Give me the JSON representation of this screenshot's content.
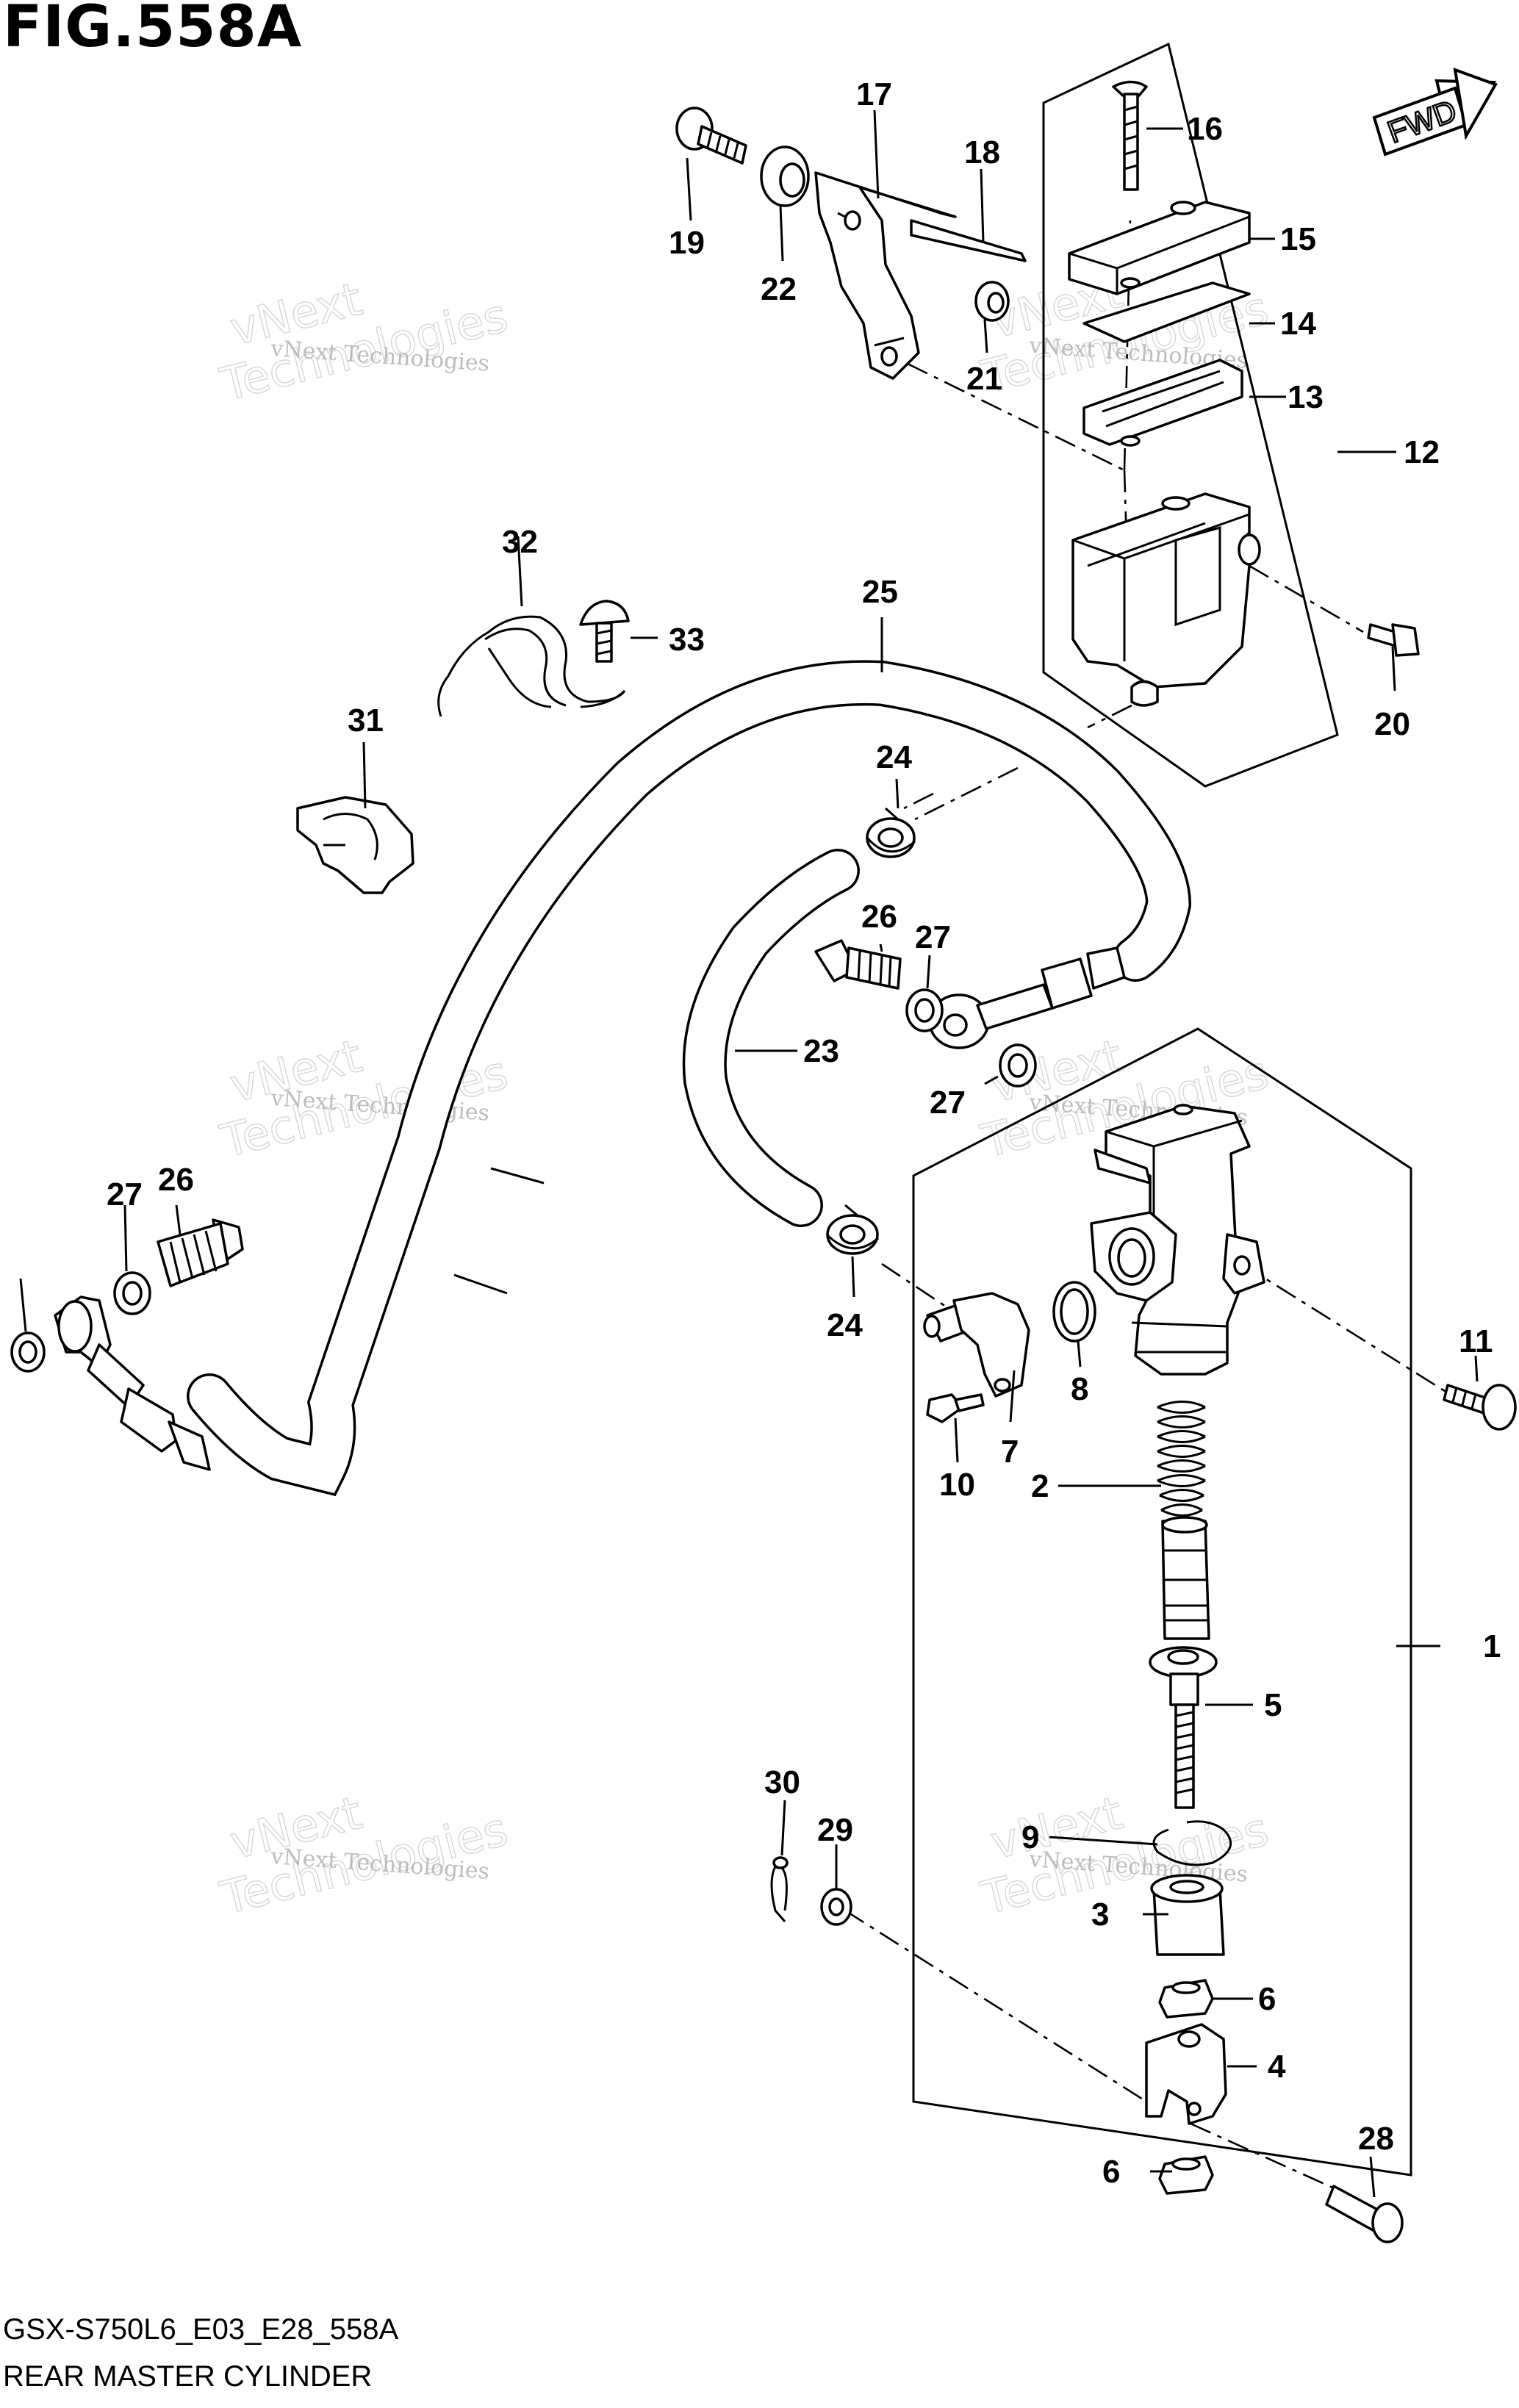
{
  "figure": {
    "title": "FIG.558A",
    "code": "GSX-S750L6_E03_E28_558A",
    "name": "REAR MASTER CYLINDER",
    "direction_badge": "FWD"
  },
  "watermark": {
    "line1": "vNext Technologies",
    "line2": "vNext",
    "line3": "Technologies"
  },
  "callouts": [
    "1",
    "2",
    "3",
    "4",
    "5",
    "6",
    "6",
    "7",
    "8",
    "9",
    "10",
    "11",
    "12",
    "13",
    "14",
    "15",
    "16",
    "17",
    "18",
    "19",
    "20",
    "21",
    "22",
    "23",
    "24",
    "24",
    "25",
    "26",
    "26",
    "27",
    "27",
    "27",
    "28",
    "29",
    "30",
    "31",
    "32",
    "33"
  ]
}
